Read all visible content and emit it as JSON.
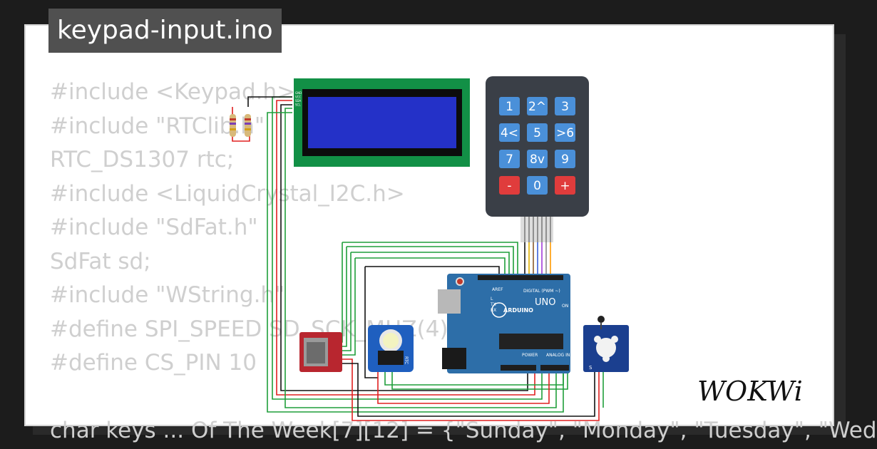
{
  "project": {
    "filename": "keypad-input.ino"
  },
  "code_lines": [
    "#include <Keypad.h>",
    "#include \"RTClib.h\"",
    "RTC_DS1307 rtc;",
    "#include <LiquidCrystal_I2C.h>",
    "#include \"SdFat.h\"",
    "SdFat sd;",
    "#include \"WString.h\"",
    "#define SPI_SPEED SD_SCK_MHZ(4)",
    "#define CS_PIN 10",
    "",
    "char keys ... Of The Week[7][12] = {\"Sunday\", \"Monday\", \"Tuesday\", \"Wed"
  ],
  "components": {
    "lcd": {
      "pins": [
        "GND",
        "VCC",
        "SDA",
        "SCL"
      ],
      "screen_color": "#2431c8",
      "board_color": "#129046"
    },
    "keypad": {
      "keys": [
        "1",
        "2^",
        "3",
        "4<",
        "5",
        ">6",
        "7",
        "8v",
        "9",
        "-",
        "0",
        "+"
      ],
      "key_color": "#4a90d9",
      "action_key_color": "#e03c3c"
    },
    "arduino": {
      "brand": "ARDUINO",
      "model": "UNO",
      "digital_label": "DIGITAL (PWM ~)",
      "power_label": "POWER",
      "analog_label": "ANALOG IN",
      "aref_label": "AREF",
      "tx_label": "TX",
      "rx_label": "RX",
      "on_label": "ON",
      "l_label": "L",
      "board_color": "#2d6ea8"
    },
    "sd_card": {
      "color": "#b8262f"
    },
    "rtc": {
      "label": "RTC",
      "color": "#1f5fbf"
    },
    "sensor": {
      "label": "S",
      "color": "#1b3f8f"
    }
  },
  "brand": {
    "logo_text": "WOKWi"
  },
  "colors": {
    "wire_green": "#1f9e3a",
    "wire_red": "#e02020",
    "wire_black": "#111111"
  }
}
